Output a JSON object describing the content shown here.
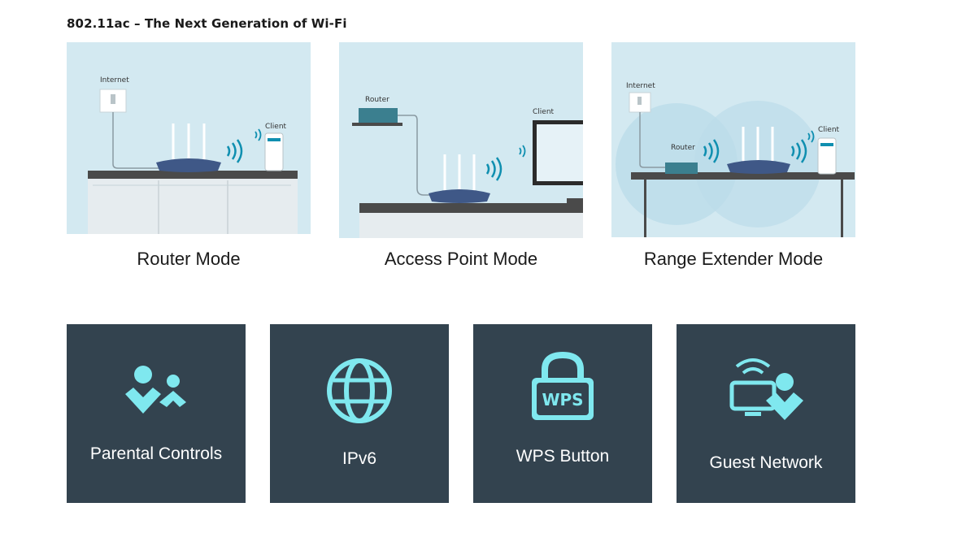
{
  "heading": "802.11ac – The Next Generation of Wi-Fi",
  "modes": [
    {
      "caption": "Router Mode",
      "labels": {
        "internet": "Internet",
        "client": "Client"
      },
      "colors": {
        "background": "#d3e9f1",
        "router": "#3f5887",
        "table": "#4a4a4a",
        "wifi": "#0f8fb0"
      }
    },
    {
      "caption": "Access Point Mode",
      "labels": {
        "router": "Router",
        "client": "Client"
      },
      "colors": {
        "background": "#d3e9f1",
        "router": "#3f5887",
        "wall_router": "#3b7f8f",
        "wifi": "#0f8fb0"
      }
    },
    {
      "caption": "Range Extender Mode",
      "labels": {
        "internet": "Internet",
        "router": "Router",
        "client": "Client"
      },
      "colors": {
        "background": "#d3e9f1",
        "router": "#3f5887",
        "wall_router": "#3b7f8f",
        "wifi": "#0f8fb0"
      }
    }
  ],
  "features": [
    {
      "label": "Parental Controls",
      "icon": "parental-controls-icon"
    },
    {
      "label": "IPv6",
      "icon": "globe-icon"
    },
    {
      "label": "WPS Button",
      "icon": "wps-lock-icon",
      "icon_text": "WPS"
    },
    {
      "label": "Guest Network",
      "icon": "guest-network-icon"
    }
  ],
  "colors": {
    "tile_background": "#33434f",
    "icon_accent": "#7fe8ef",
    "label": "#ffffff"
  }
}
